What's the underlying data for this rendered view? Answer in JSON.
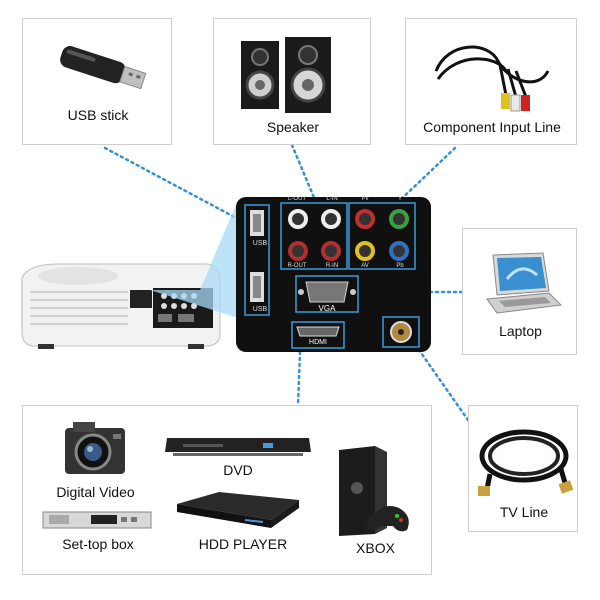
{
  "devices": {
    "usb_stick": "USB stick",
    "speaker": "Speaker",
    "component_input_line": "Component Input Line",
    "laptop": "Laptop",
    "tv_line": "TV Line",
    "digital_video": "Digital Video",
    "dvd": "DVD",
    "xbox": "XBOX",
    "set_top_box": "Set-top box",
    "hdd_player": "HDD PLAYER"
  },
  "panel": {
    "usb": "USB",
    "vga": "VGA",
    "hdmi": "HDMI",
    "l_out": "L-OUT",
    "l_in": "L-IN",
    "r_out": "R-OUT",
    "r_in": "R-IN",
    "av": "AV",
    "pv": "Pv",
    "y": "Y",
    "pb": "Pb"
  },
  "colors": {
    "connector_line": "#3a8fd0",
    "panel_bg": "#101010",
    "port_frame": "#3a9ad8",
    "card_border": "#cfcfcf"
  }
}
